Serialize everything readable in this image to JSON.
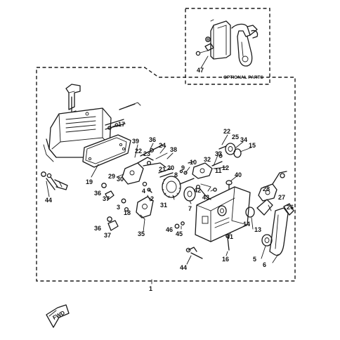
{
  "diagram": {
    "optional_box": {
      "label": "OPTIONAL PARTS",
      "callout": "47"
    },
    "assembly_callout": "1",
    "fwd_label": "FWD",
    "parts": [
      {
        "id": "part-17",
        "text": "17"
      },
      {
        "id": "part-19",
        "text": "19"
      },
      {
        "id": "part-44-left",
        "text": "44"
      },
      {
        "id": "part-39",
        "text": "39"
      },
      {
        "id": "part-36-top",
        "text": "36"
      },
      {
        "id": "part-22-left",
        "text": "22"
      },
      {
        "id": "part-23",
        "text": "23"
      },
      {
        "id": "part-24",
        "text": "24"
      },
      {
        "id": "part-38",
        "text": "38"
      },
      {
        "id": "part-29",
        "text": "29"
      },
      {
        "id": "part-30",
        "text": "30"
      },
      {
        "id": "part-21",
        "text": "21"
      },
      {
        "id": "part-20",
        "text": "20"
      },
      {
        "id": "part-36-mid",
        "text": "36"
      },
      {
        "id": "part-4",
        "text": "4"
      },
      {
        "id": "part-37-mid",
        "text": "37"
      },
      {
        "id": "part-3",
        "text": "3"
      },
      {
        "id": "part-2",
        "text": "2"
      },
      {
        "id": "part-18",
        "text": "18"
      },
      {
        "id": "part-31",
        "text": "31"
      },
      {
        "id": "part-36-low",
        "text": "36"
      },
      {
        "id": "part-37-low",
        "text": "37"
      },
      {
        "id": "part-35",
        "text": "35"
      },
      {
        "id": "part-22-right",
        "text": "22"
      },
      {
        "id": "part-25",
        "text": "25"
      },
      {
        "id": "part-34",
        "text": "34"
      },
      {
        "id": "part-15",
        "text": "15"
      },
      {
        "id": "part-33",
        "text": "33"
      },
      {
        "id": "part-32",
        "text": "32"
      },
      {
        "id": "part-10",
        "text": "10"
      },
      {
        "id": "part-9",
        "text": "9"
      },
      {
        "id": "part-8",
        "text": "8"
      },
      {
        "id": "part-12",
        "text": "12"
      },
      {
        "id": "part-11",
        "text": "11"
      },
      {
        "id": "part-40",
        "text": "40"
      },
      {
        "id": "part-7",
        "text": "7"
      },
      {
        "id": "part-42",
        "text": "42"
      },
      {
        "id": "part-43",
        "text": "43"
      },
      {
        "id": "part-28",
        "text": "28"
      },
      {
        "id": "part-27",
        "text": "27"
      },
      {
        "id": "part-26",
        "text": "26"
      },
      {
        "id": "part-14",
        "text": "14"
      },
      {
        "id": "part-13",
        "text": "13"
      },
      {
        "id": "part-46",
        "text": "46"
      },
      {
        "id": "part-45",
        "text": "45"
      },
      {
        "id": "part-41",
        "text": "41"
      },
      {
        "id": "part-5",
        "text": "5"
      },
      {
        "id": "part-6",
        "text": "6"
      },
      {
        "id": "part-16",
        "text": "16"
      },
      {
        "id": "part-44-bottom",
        "text": "44"
      }
    ]
  }
}
